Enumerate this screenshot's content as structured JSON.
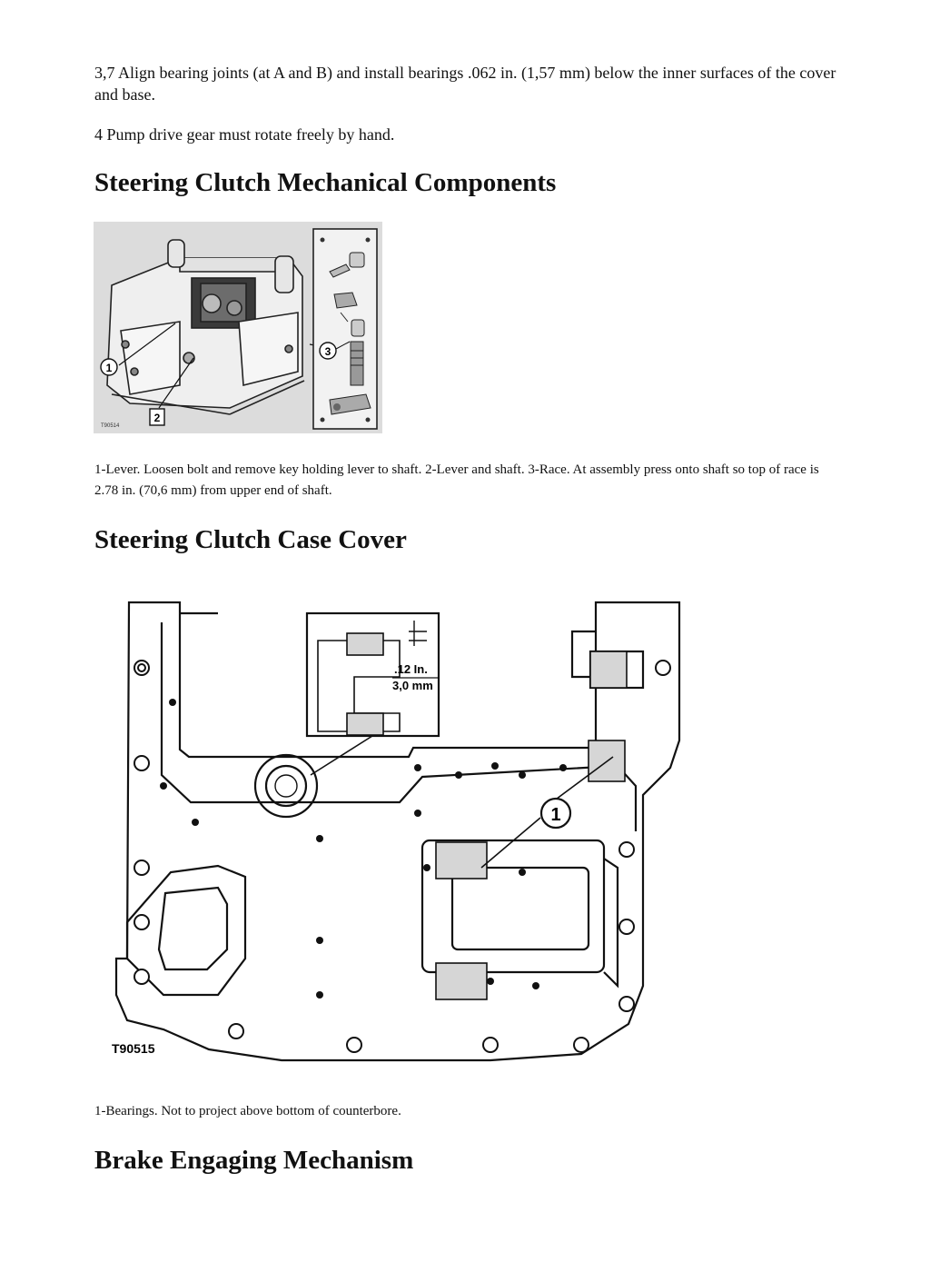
{
  "paragraphs": {
    "p1": "3,7 Align bearing joints (at A and B) and install bearings .062 in. (1,57 mm) below the inner surfaces of the cover and base.",
    "p2": "4 Pump drive gear must rotate freely by hand."
  },
  "sections": [
    {
      "heading": "Steering Clutch Mechanical Components",
      "figure": {
        "callouts": [
          "1",
          "2",
          "3"
        ],
        "code": "T90514"
      },
      "caption": "1-Lever. Loosen bolt and remove key holding lever to shaft. 2-Lever and shaft. 3-Race. At assembly press onto shaft so top of race is 2.78 in. (70,6 mm) from upper end of shaft."
    },
    {
      "heading": "Steering Clutch Case Cover",
      "figure": {
        "callouts": [
          "1"
        ],
        "code": "T90515",
        "dimension_value": ".12 In.",
        "dimension_metric": "3,0 mm"
      },
      "caption": "1-Bearings. Not to project above bottom of counterbore."
    },
    {
      "heading": "Brake Engaging Mechanism"
    }
  ]
}
